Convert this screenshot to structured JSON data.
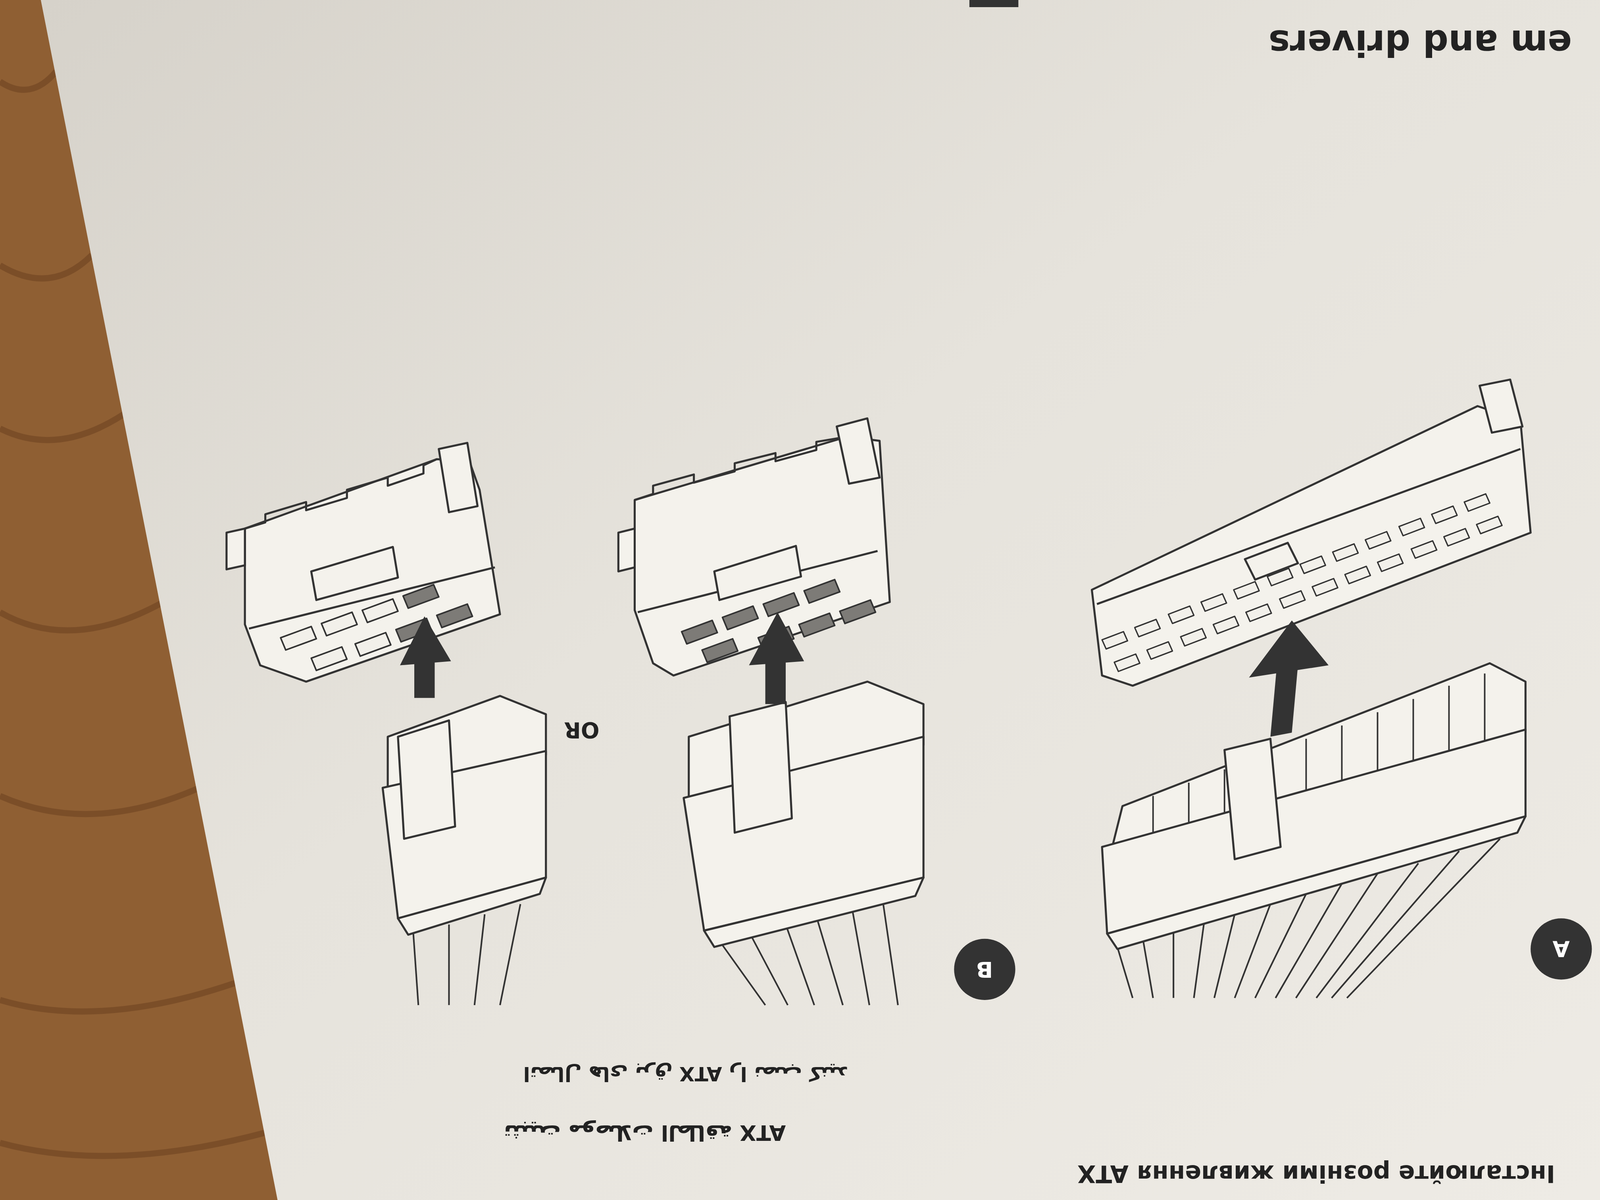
{
  "diagram": {
    "labels": [
      "em and drivers",
      "A",
      "B",
      "OR",
      "اتصال های برق ATX را نصب کنید",
      "تثبيت موصلات الطاقة ATX",
      "Інсталюйте розніми живлення ATX"
    ]
  }
}
